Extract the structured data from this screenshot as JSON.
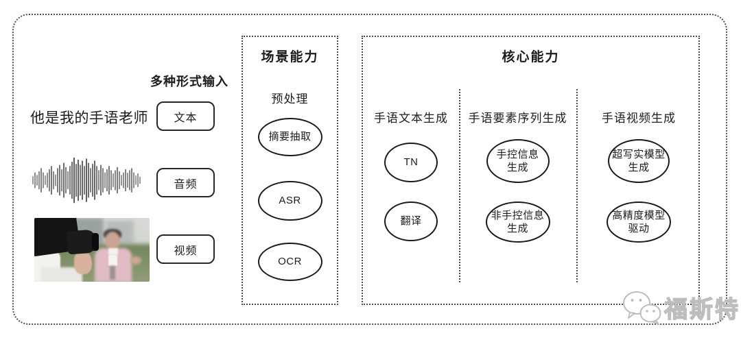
{
  "input_section": {
    "title": "多种形式输入",
    "sample_text": "他是我的手语老师",
    "items": [
      {
        "label": "文本"
      },
      {
        "label": "音频"
      },
      {
        "label": "视频"
      }
    ]
  },
  "scene_box": {
    "title": "场景能力",
    "subtitle": "预处理",
    "nodes": [
      "摘要抽取",
      "ASR",
      "OCR"
    ]
  },
  "core_box": {
    "title": "核心能力",
    "columns": [
      {
        "header": "手语文本生成",
        "nodes": [
          "TN",
          "翻译"
        ]
      },
      {
        "header": "手语要素序列生成",
        "nodes": [
          "手控信息\n生成",
          "非手控信息\n生成"
        ]
      },
      {
        "header": "手语视频生成",
        "nodes": [
          "超写实模型\n生成",
          "高精度模型\n驱动"
        ]
      }
    ]
  },
  "watermark": {
    "text": "福斯特"
  },
  "waveform": {
    "heights": [
      0.12,
      0.3,
      0.18,
      0.35,
      0.5,
      0.3,
      0.15,
      0.28,
      0.45,
      0.6,
      0.35,
      0.2,
      0.5,
      0.65,
      0.45,
      0.75,
      0.55,
      0.35,
      0.6,
      0.8,
      1.0,
      0.7,
      0.9,
      0.65,
      0.85,
      0.6,
      0.95,
      0.75,
      0.5,
      0.7,
      0.85,
      0.6,
      0.4,
      0.65,
      0.5,
      0.3,
      0.45,
      0.6,
      0.4,
      0.25,
      0.4,
      0.55,
      0.35,
      0.18,
      0.3,
      0.45,
      0.28,
      0.4,
      0.5,
      0.3,
      0.15,
      0.25,
      0.1
    ],
    "color": "#3d3d3d"
  },
  "colors": {
    "border": "#4a4a4a",
    "text": "#1c1c1c",
    "watermark_gray": "#bdbdbd"
  }
}
